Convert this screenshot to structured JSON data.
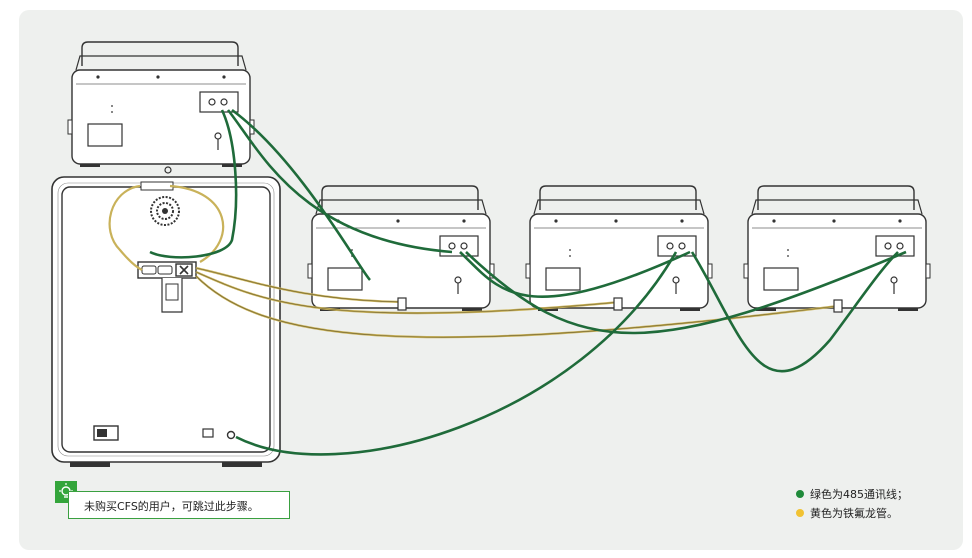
{
  "note": {
    "text": "未购买CFS的用户，可跳过此步骤。",
    "icon": "lightbulb-icon"
  },
  "legend": [
    {
      "color": "#1f8a3a",
      "text": "绿色为485通讯线；"
    },
    {
      "color": "#f1c232",
      "text": "黄色为铁氟龙管。"
    }
  ],
  "colors": {
    "green_cable": "#1f6b3a",
    "yellow_tube": "#c9b25a",
    "outline": "#333333",
    "background": "#eef0ee",
    "accent": "#34a53b"
  }
}
